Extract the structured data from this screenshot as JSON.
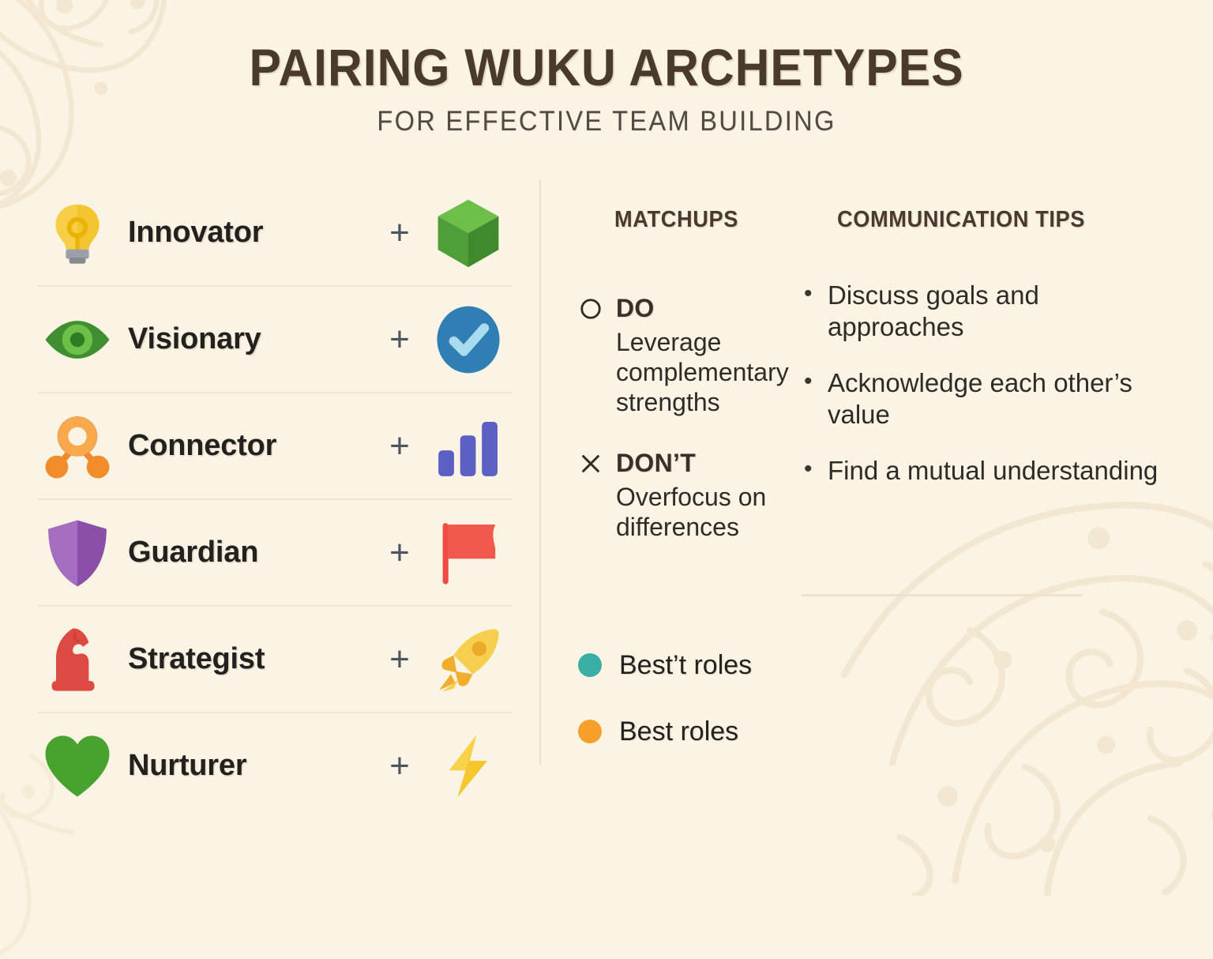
{
  "header": {
    "title": "PAIRING WUKU ARCHETYPES",
    "subtitle": "FOR EFFECTIVE TEAM BUILDING"
  },
  "pairings": {
    "plus_symbol": "+",
    "rows": [
      {
        "label": "Innovator",
        "left_icon": "lightbulb-icon",
        "right_icon": "cube-icon"
      },
      {
        "label": "Visionary",
        "left_icon": "eye-icon",
        "right_icon": "check-badge-icon"
      },
      {
        "label": "Connector",
        "left_icon": "network-node-icon",
        "right_icon": "bar-chart-icon"
      },
      {
        "label": "Guardian",
        "left_icon": "shield-icon",
        "right_icon": "flag-icon"
      },
      {
        "label": "Strategist",
        "left_icon": "chess-knight-icon",
        "right_icon": "rocket-icon"
      },
      {
        "label": "Nurturer",
        "left_icon": "heart-icon",
        "right_icon": "lightning-bolt-icon"
      }
    ]
  },
  "matchups": {
    "heading": "MATCHUPS",
    "items": [
      {
        "mark": "circle-icon",
        "word": "DO",
        "description": "Leverage complementary strengths"
      },
      {
        "mark": "cross-icon",
        "word": "DON’T",
        "description": "Overfocus on differences"
      }
    ]
  },
  "tips": {
    "heading": "COMMUNICATION TIPS",
    "bullet": "•",
    "items": [
      "Discuss goals and approaches",
      "Acknowledge each other’s value",
      "Find a mutual understanding"
    ]
  },
  "legend": {
    "items": [
      {
        "label": "Best’t roles",
        "color": "#3aada4"
      },
      {
        "label": "Best roles",
        "color": "#f5a02b"
      }
    ]
  },
  "colors": {
    "background": "#fbf4e4",
    "title": "#4a3a2c",
    "subtitle": "#4f4a44",
    "body_text": "#2e2b28",
    "divider": "#e8dfca",
    "plus": "#4a5560"
  }
}
